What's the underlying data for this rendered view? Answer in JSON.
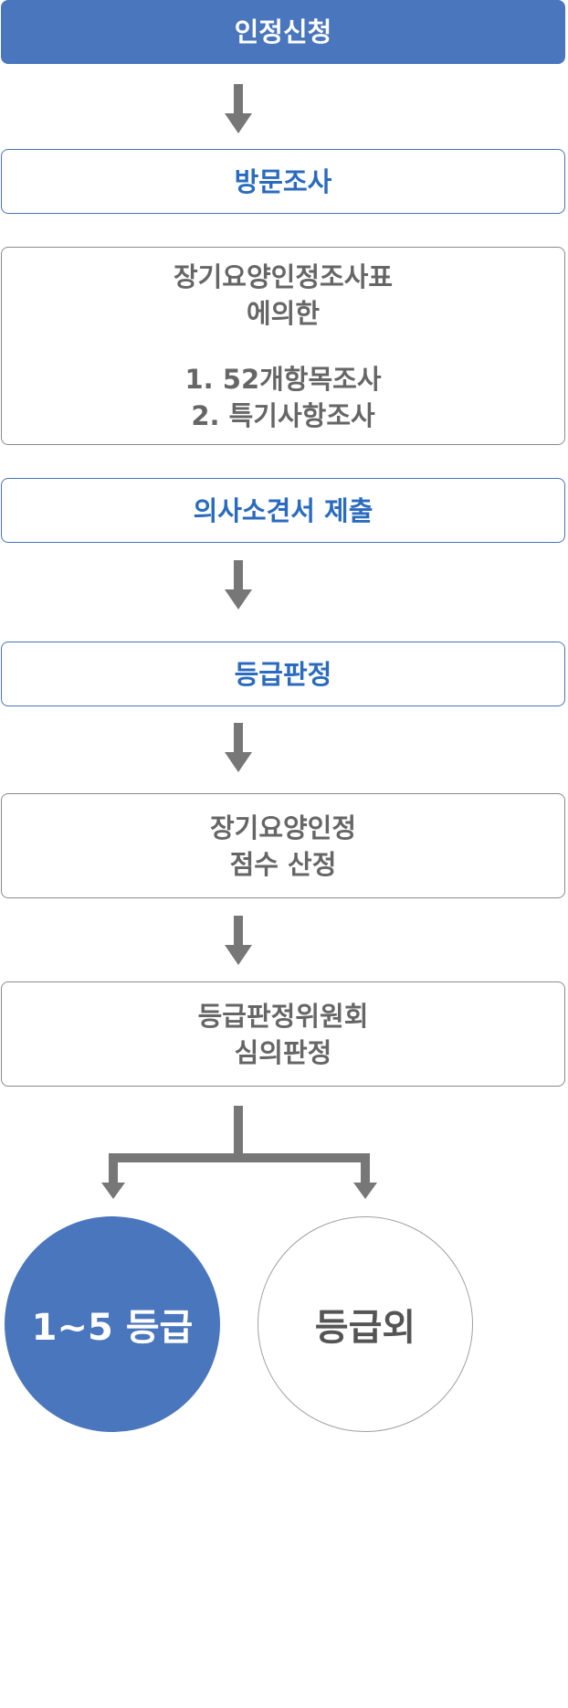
{
  "flow": {
    "step1": "인정신청",
    "step2": "방문조사",
    "step3_line1": "장기요양인정조사표",
    "step3_line2": "에의한",
    "step3_item1": "1. 52개항목조사",
    "step3_item2": "2. 특기사항조사",
    "step4": "의사소견서 제출",
    "step5": "등급판정",
    "step6_line1": "장기요양인정",
    "step6_line2": "점수 산정",
    "step7_line1": "등급판정위원회",
    "step7_line2": "심의판정"
  },
  "outcomes": {
    "graded": "1~5 등급",
    "ungraded": "등급외"
  },
  "colors": {
    "accent_blue": "#4a76bd",
    "text_blue": "#2a6bbf",
    "arrow_gray": "#777777",
    "text_gray": "#666666"
  }
}
